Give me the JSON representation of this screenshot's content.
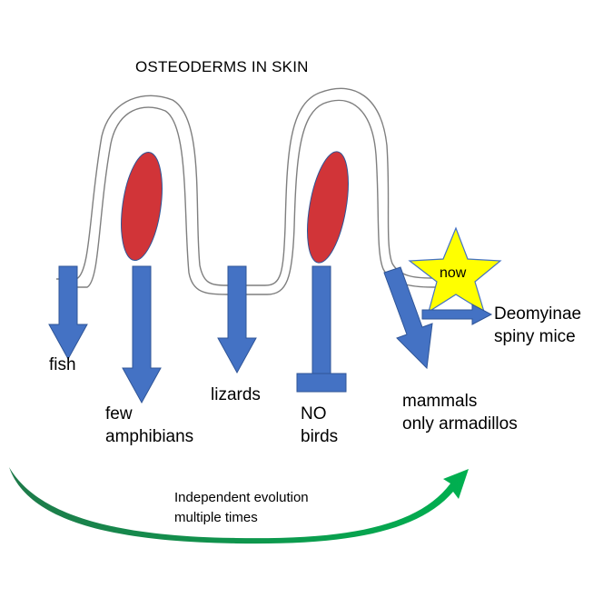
{
  "title": "OSTEODERMS IN SKIN",
  "labels": {
    "fish": "fish",
    "amphibians": [
      "few",
      "amphibians"
    ],
    "lizards": "lizards",
    "birds": [
      "NO",
      "birds"
    ],
    "mammals": [
      "mammals",
      "only armadillos"
    ],
    "now": "now",
    "deomyinae": [
      "Deomyinae",
      "spiny mice"
    ],
    "evolution": [
      "Independent evolution",
      "multiple times"
    ]
  },
  "colors": {
    "arrow": "#4472c4",
    "arrow_stroke": "#2f5597",
    "osteoderm": "#d13438",
    "osteoderm_stroke": "#2f5597",
    "star": "#ffff00",
    "star_stroke": "#4472c4",
    "skin_outline": "#7f7f7f",
    "curved_arrow_start": "#1e7a4a",
    "curved_arrow_end": "#00b050"
  },
  "icons": {
    "star": "star-burst-icon",
    "osteoderm": "red-ellipse-icon",
    "block": "t-bar-block-icon"
  }
}
